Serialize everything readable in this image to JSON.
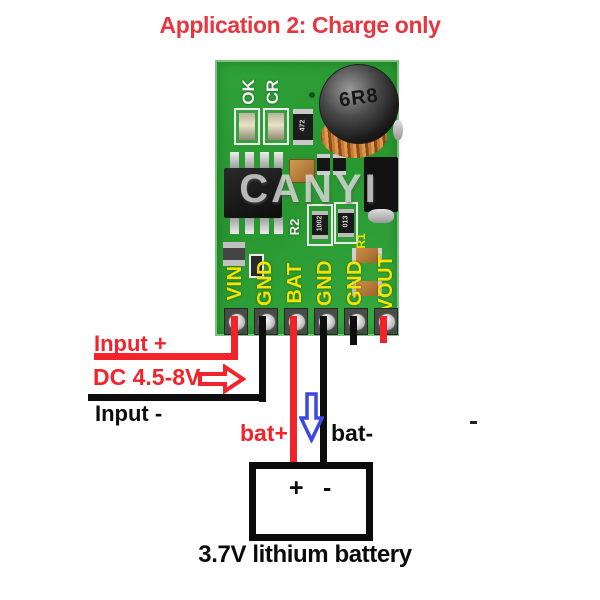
{
  "title": "Application 2: Charge only",
  "board": {
    "watermark": "CANYI",
    "led_labels": {
      "ok": "OK",
      "cr": "CR"
    },
    "ref_labels": {
      "r1": "R1",
      "r2": "R2"
    },
    "component_markings": {
      "inductor": "6R8",
      "resistor_472": "472",
      "resistor_1002": "1002",
      "resistor_013": "013"
    },
    "pads": [
      {
        "label": "VIN",
        "wire": "red"
      },
      {
        "label": "GND",
        "wire": "black"
      },
      {
        "label": "BAT",
        "wire": "red"
      },
      {
        "label": "GND",
        "wire": "black"
      },
      {
        "label": "GND",
        "wire": "black"
      },
      {
        "label": "VOUT",
        "wire": "red"
      }
    ]
  },
  "wiring": {
    "input_plus_label": "Input +",
    "supply_label": "DC 4.5-8V",
    "input_minus_label": "Input -",
    "bat_plus_label": "bat+",
    "bat_minus_label": "bat-"
  },
  "battery": {
    "plus_terminal": "+",
    "minus_terminal": "-",
    "caption": "3.7V lithium battery"
  },
  "colors": {
    "title_red": "#e8353f",
    "wire_red": "#f3232b",
    "wire_black": "#0e0e0e",
    "arrow_blue": "#3c49e0",
    "board_green": "#2fa339",
    "pad_label_yellow": "#f6e300",
    "silkscreen_white": "#f2f2f2"
  }
}
